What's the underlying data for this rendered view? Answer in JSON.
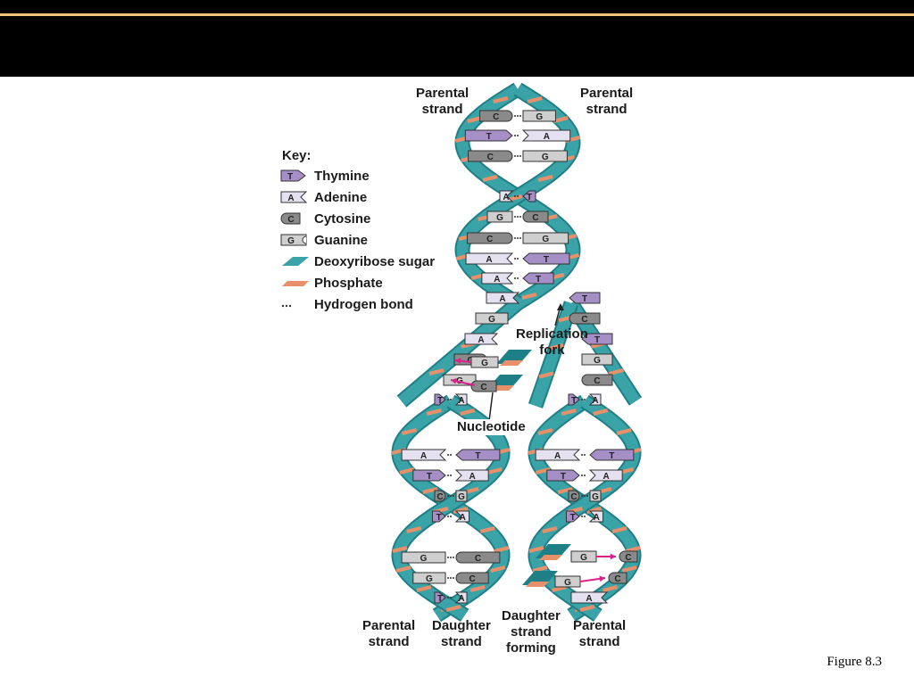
{
  "labels": {
    "top_left": "Parental\nstrand",
    "top_right": "Parental\nstrand",
    "replication_fork": "Replication\nfork",
    "nucleotide": "Nucleotide",
    "bottom_1": "Parental\nstrand",
    "bottom_2": "Daughter\nstrand",
    "bottom_3": "Daughter\nstrand\nforming",
    "bottom_4": "Parental\nstrand"
  },
  "key": {
    "title": "Key:",
    "items": [
      {
        "label": "Thymine",
        "letter": "T"
      },
      {
        "label": "Adenine",
        "letter": "A"
      },
      {
        "label": "Cytosine",
        "letter": "C"
      },
      {
        "label": "Guanine",
        "letter": "G"
      },
      {
        "label": "Deoxyribose sugar"
      },
      {
        "label": "Phosphate"
      },
      {
        "label": "Hydrogen bond"
      }
    ]
  },
  "caption": "Figure 8.3",
  "colors": {
    "backbone": "#3aa3a8",
    "backbone_dark": "#1f7f86",
    "phosphate": "#e8906a",
    "thymine": "#a58fc6",
    "adenine": "#e6e1f0",
    "cytosine": "#8a8a8a",
    "guanine": "#cfcfcf",
    "arrow": "#e0208a"
  },
  "top_helix_pairs": [
    [
      "C",
      "G"
    ],
    [
      "T",
      "A"
    ],
    [
      "C",
      "G"
    ],
    [
      "A",
      "T"
    ],
    [
      "G",
      "C"
    ],
    [
      "C",
      "G"
    ],
    [
      "A",
      "T"
    ],
    [
      "A",
      "T"
    ]
  ],
  "left_helix_pairs": [
    [
      "T",
      "A"
    ],
    [
      "A",
      "T"
    ],
    [
      "T",
      "A"
    ],
    [
      "C",
      "G"
    ],
    [
      "T",
      "A"
    ],
    [
      "G",
      "C"
    ],
    [
      "G",
      "C"
    ],
    [
      "T",
      "A"
    ]
  ],
  "right_helix_pairs": [
    [
      "T",
      "A"
    ],
    [
      "A",
      "T"
    ],
    [
      "T",
      "A"
    ],
    [
      "C",
      "G"
    ],
    [
      "T",
      "A"
    ]
  ],
  "fork_bases": {
    "left": [
      "A",
      "G",
      "A",
      "C",
      "G",
      "T"
    ],
    "right": [
      "T",
      "C",
      "T",
      "G",
      "C",
      "T"
    ],
    "incoming_left": [
      "G",
      "C"
    ],
    "incoming_right": [
      "G",
      "G"
    ],
    "right_targets": [
      "C",
      "C"
    ]
  }
}
